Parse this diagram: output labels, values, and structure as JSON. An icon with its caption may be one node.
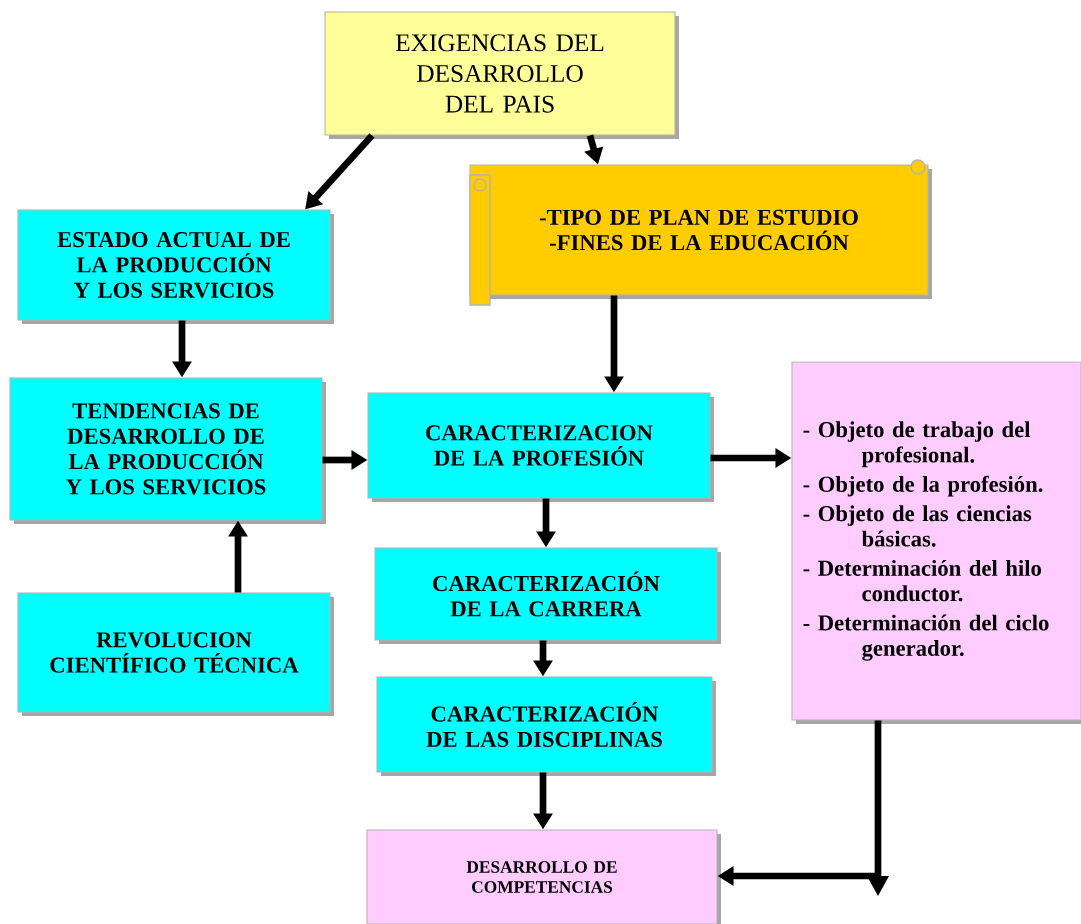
{
  "diagram": {
    "nodes": [
      {
        "text": [
          "EXIGENCIAS DEL DESARROLLO DEL PAIS"
        ]
      },
      {
        "text": [
          "ESTADO ACTUAL DE LA PRODUCCIÓN Y LOS SERVICIOS"
        ]
      },
      {
        "text": [
          "-TIPO DE PLAN DE ESTUDIO",
          "-FINES DE LA EDUCACIÓN"
        ]
      },
      {
        "text": [
          "TENDENCIAS DE DESARROLLO DE LA PRODUCCIÓN Y LOS SERVICIOS"
        ]
      },
      {
        "text": [
          "CARACTERIZACION DE LA PROFESIÓN"
        ]
      },
      {
        "text": [
          "- Objeto de trabajo del profesional.",
          "- Objeto de la profesión.",
          "- Objeto de las ciencias básicas.",
          "- Determinación del hilo conductor.",
          "- Determinación del ciclo generador."
        ]
      },
      {
        "text": [
          "CARACTERIZACIÓN DE LA CARRERA"
        ]
      },
      {
        "text": [
          "REVOLUCION CIENTÍFICO TÉCNICA"
        ]
      },
      {
        "text": [
          "CARACTERIZACIÓN DE LAS DISCIPLINAS"
        ]
      },
      {
        "text": [
          "DESARROLLO DE COMPETENCIAS"
        ]
      }
    ],
    "edges": [
      {
        "from": 0,
        "to": 1,
        "arrow": "to"
      },
      {
        "from": 0,
        "to": 2,
        "arrow": "to"
      },
      {
        "from": 1,
        "to": 3,
        "arrow": "to"
      },
      {
        "from": 2,
        "to": 4,
        "arrow": "to"
      },
      {
        "from": 3,
        "to": 4,
        "arrow": "to"
      },
      {
        "from": 4,
        "to": 5,
        "arrow": "to"
      },
      {
        "from": 4,
        "to": 6,
        "arrow": "to"
      },
      {
        "from": 7,
        "to": 3,
        "arrow": "to"
      },
      {
        "from": 6,
        "to": 8,
        "arrow": "to"
      },
      {
        "from": 8,
        "to": 9,
        "arrow": "to"
      },
      {
        "from": 5,
        "to": 9,
        "arrow": "to"
      }
    ]
  }
}
